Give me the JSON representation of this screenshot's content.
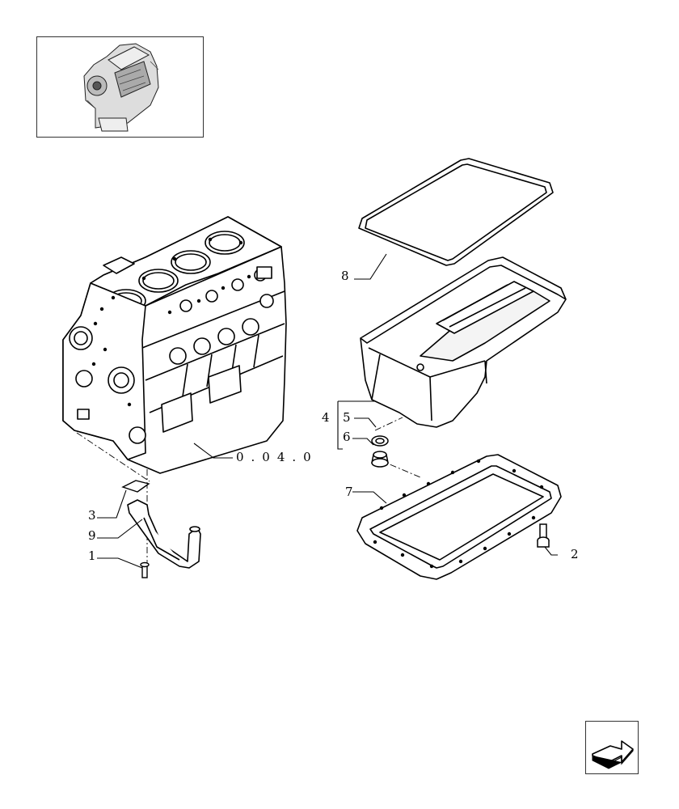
{
  "callouts": {
    "c1": "1",
    "c2": "2",
    "c3": "3",
    "c4": "4",
    "c5": "5",
    "c6": "6",
    "c7": "7",
    "c8": "8",
    "c9": "9",
    "ref": "0.04.0"
  },
  "icons": {
    "thumbnail": "engine-thumbnail-icon",
    "nav": "next-page-arrow-icon"
  }
}
